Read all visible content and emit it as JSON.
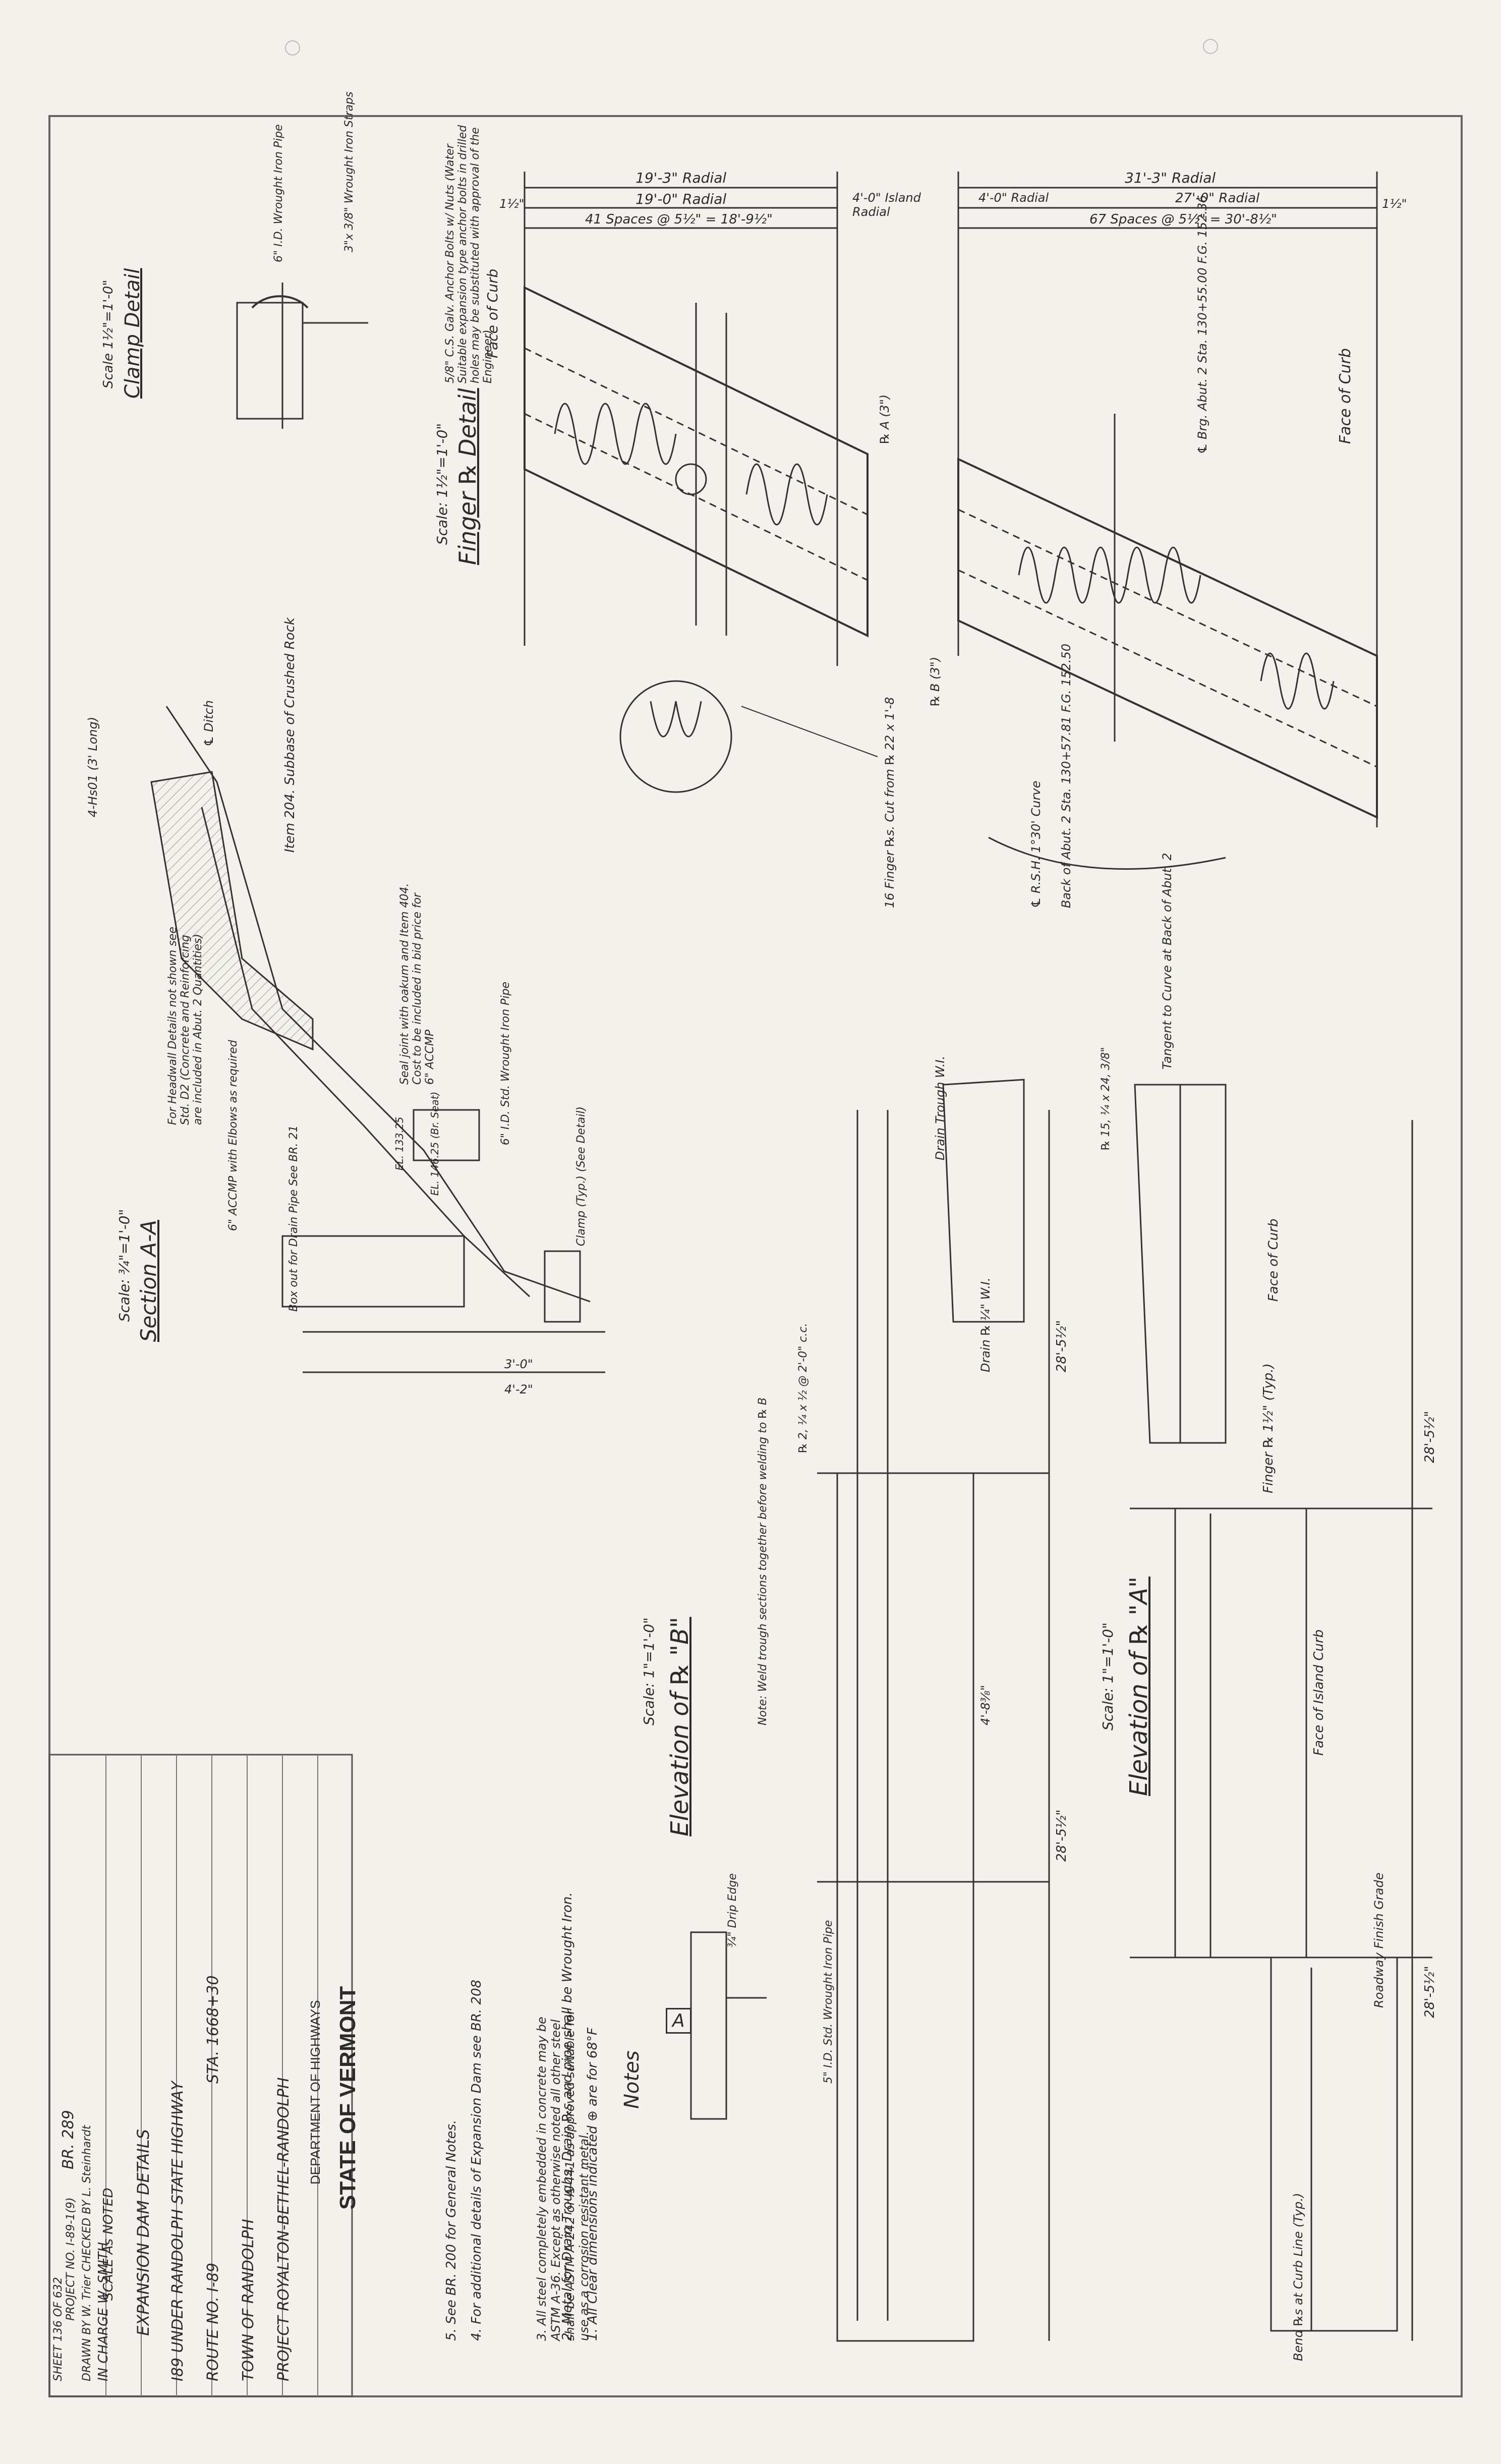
{
  "title_block": {
    "state": "STATE OF VERMONT",
    "department": "DEPARTMENT OF HIGHWAYS",
    "project": "PROJECT ROYALTON-BETHEL-RANDOLPH",
    "town": "TOWN OF RANDOLPH",
    "route": "ROUTE NO. I-89",
    "station": "STA. 1668+30",
    "bridge": "I89 UNDER RANDOLPH STATE HIGHWAY",
    "sheet_title": "EXPANSION DAM DETAILS",
    "scale": "SCALE As NOTED",
    "in_charge": "IN CHARGE W. SMITH",
    "drawn_checked": "DRAWN BY W. Trier CHECKED BY L. Steinhardt",
    "project_no": "PROJECT NO. I-89-1(9)",
    "sheet_no": "SHEET 136 OF 632",
    "sheet_ref": "BR. 289"
  },
  "notes": {
    "heading": "Notes",
    "items": [
      "1. All Clear dimensions indicated ⊕ are for 68°F",
      "2. Metal for Drain Troughs, Drain ℞s and pipe shall be Wrought Iron.",
      "3. All steel completely embedded in concrete may be ASTM A-36. Except as otherwise noted all other steel shall be ASTM A-242 or A-441 as approved suitable for use as a corrosion resistant metal.",
      "4. For additional details of Expansion Dam see BR. 208",
      "5. See BR. 200 for General Notes."
    ]
  },
  "views": {
    "finger_plate_detail": {
      "title": "Finger ℞ Detail",
      "scale": "Scale: 1½\"=1'-0\""
    },
    "clamp_detail": {
      "title": "Clamp Detail",
      "scale": "Scale 1½\"=1'-0\""
    },
    "section_a": {
      "title": "Section A-A",
      "scale": "Scale: ¾\"=1'-0\""
    },
    "elevation_plate_a": {
      "title": "Elevation of ℞ \"A\"",
      "scale": "Scale: 1\"=1'-0\""
    },
    "elevation_plate_b": {
      "title": "Elevation of ℞ \"B\"",
      "scale": "Scale: 1\"=1'-0\""
    }
  },
  "plan_dims": {
    "radial_left_total": "19'-3\" Radial",
    "radial_left": "19'-0\" Radial",
    "island": "4'-0\" Island Radial",
    "radial_right_total": "31'-3\" Radial",
    "radial_right_a": "4'-0\" Radial",
    "radial_right_b": "27'-0\" Radial",
    "spaces_left": "41 Spaces @ 5½\" = 18'-9½\"",
    "spaces_right": "67 Spaces @ 5½\" = 30'-8½\"",
    "edge": "1½\""
  },
  "plan_labels": {
    "face_of_curb_left": "Face of Curb",
    "face_of_curb_right": "Face of Curb",
    "brg_abut": "℄ Brg. Abut. 2  Sta. 130+55.00  F.G. 152.36",
    "back_of_abut": "Back of Abut. 2  Sta. 130+57.81  F.G. 152.50",
    "crsh": "℄ R.S.H.  1°30' Curve",
    "tangent": "Tangent to Curve at Back of Abut. 2",
    "finger_cut": "16 Finger ℞s. Cut from ℞ 22 x 1'-8",
    "plate_a": "℞ A (3\")",
    "plate_b": "℞ B (3\")",
    "typ": "Typ."
  },
  "clamp_labels": {
    "bolts": "5/8\" C.S. Galv. Anchor Bolts w/ Nuts (Water Suitable expansion type anchor bolts in drilled holes may be substituted with approval of the Engineer)",
    "iron_straps": "3\"x 3/8\" Wrought Iron Straps",
    "iron_pipe": "6\" I.D. Wrought Iron Pipe"
  },
  "section_labels": {
    "subbase": "Item 204. Subbase of Crushed Rock",
    "ditch": "℄ Ditch",
    "elev_note": "4-Hs01 (3' Long)",
    "headwall": "For Headwall Details not shown see Std. D2 (Concrete and Reinforcing are included in Abut. 2 Quantities)",
    "seal_joint": "Seal joint with oakum and Item 404. Cost to be included in bid price for 6\" ACCMP",
    "pipe": "6\" I.D. Std. Wrought Iron Pipe",
    "clamp": "Clamp (Typ.) (See Detail)",
    "accmp": "6\" ACCMP with Elbows as required",
    "box_out": "Box out for Drain Pipe See BR. 21",
    "elev1": "EL. 146.25 (Br. Seat)",
    "elev2": "EL. 133.25",
    "dim1": "3'-0\"",
    "dim2": "4'-2\""
  },
  "elev_labels": {
    "face_of_curb": "Face of Curb",
    "face_of_island": "Face of Island Curb",
    "finger_plate": "Finger ℞ 1½\" (Typ.)",
    "roadway": "Roadway Finish Grade",
    "bend_plate": "Bend ℞s at Curb Line (Typ.)",
    "dim_a1": "28'-5½\"",
    "dim_a2": "28'-5½\"",
    "dim_b1": "28'-5½\"",
    "dim_b2": "28'-5½\"",
    "dim_island": "4'-8⅜\"",
    "drain": "Drain ℞ ¼\" W.I.",
    "drain_trough": "Drain Trough W.I.",
    "studs": "℞ 15, ¼ x 24, 3/8\"",
    "bars": "℞ 2, ¼ x ½ @ 2'-0\" c.c.",
    "weld": "Note: Weld trough sections together before welding to ℞ B",
    "pipe": "5\" I.D. Std. Wrought Iron Pipe",
    "drip": "¾\" Drip Edge",
    "section_mark": "A"
  }
}
